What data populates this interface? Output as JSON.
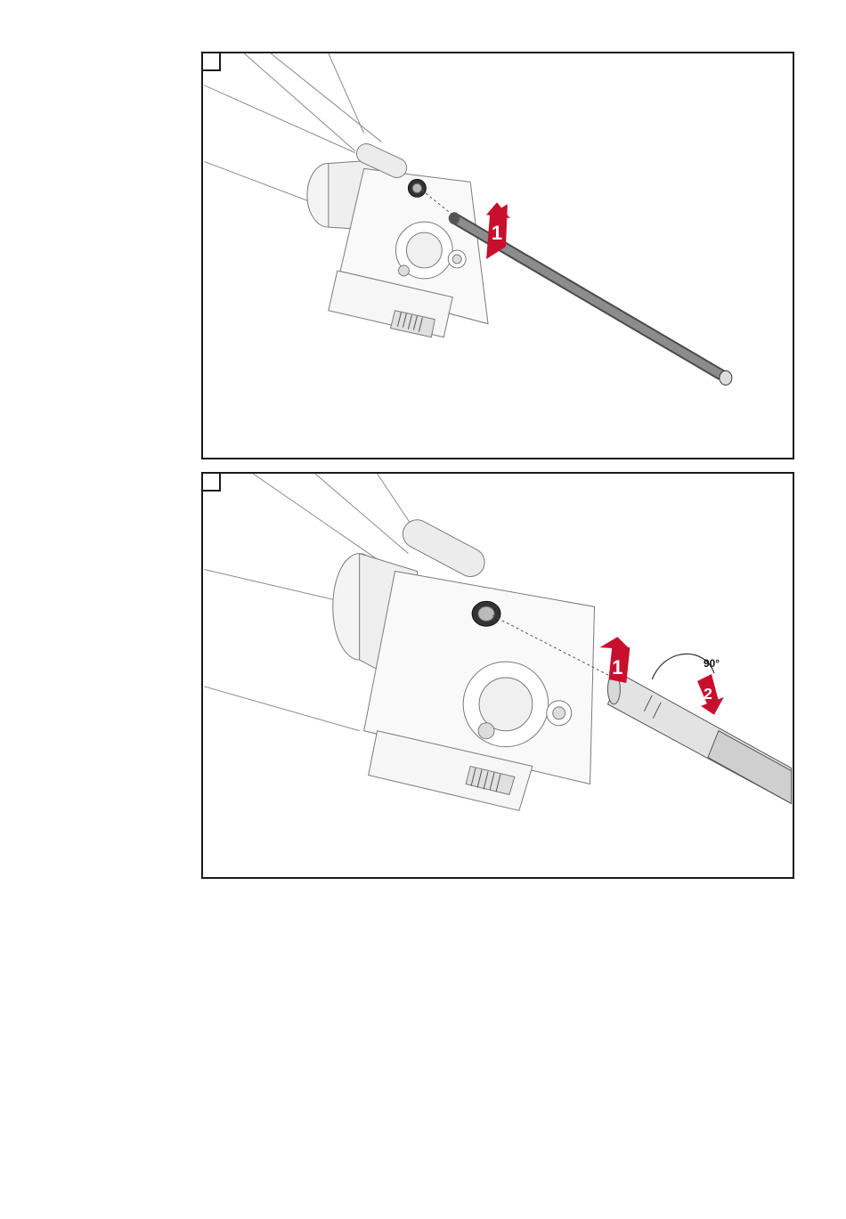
{
  "figure": {
    "panels": [
      {
        "step_label": "",
        "callouts": [
          {
            "label": "1"
          }
        ]
      },
      {
        "step_label": "",
        "callouts": [
          {
            "label": "1"
          },
          {
            "label": "2"
          }
        ],
        "rotation_text": "90°"
      }
    ]
  },
  "colors": {
    "arrow_red": "#c8102e",
    "line": "#6e6e6e",
    "rod": "#7a7a7a",
    "frame": "#1a1a1a"
  }
}
